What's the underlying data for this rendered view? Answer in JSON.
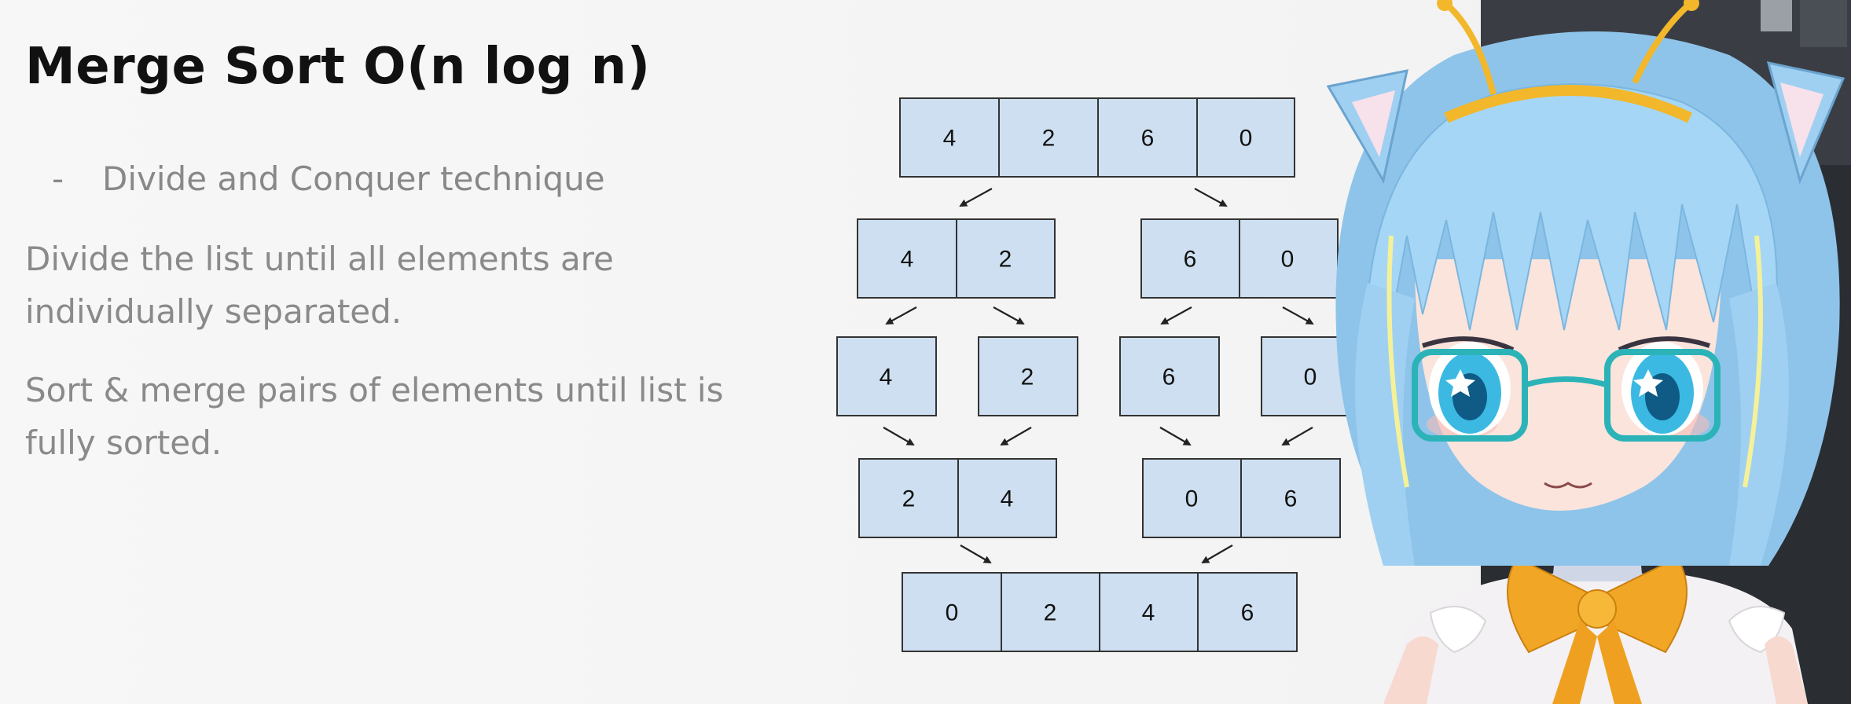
{
  "slide": {
    "title": "Merge Sort O(n log n)",
    "bullet_marker": "-",
    "bullet": "Divide and Conquer technique",
    "paragraph_1_line_1": "Divide the list until all elements are",
    "paragraph_1_line_2": "individually separated.",
    "paragraph_2_line_1": "Sort & merge pairs of elements until list is",
    "paragraph_2_line_2": "fully sorted."
  },
  "diagram": {
    "row1": [
      "4",
      "2",
      "6",
      "0"
    ],
    "row2_left": [
      "4",
      "2"
    ],
    "row2_right": [
      "6",
      "0"
    ],
    "row3": [
      "4",
      "2",
      "6",
      "0"
    ],
    "row4_left": [
      "2",
      "4"
    ],
    "row4_right": [
      "0",
      "6"
    ],
    "row5": [
      "0",
      "2",
      "4",
      "6"
    ],
    "cell_color": "#cddff0",
    "border_color": "#333333"
  },
  "overlay": {
    "character": "vtuber-avatar",
    "hair_color": "#9fd0f2",
    "bow_color": "#f2a625",
    "glasses_color": "#2bb3b8"
  }
}
